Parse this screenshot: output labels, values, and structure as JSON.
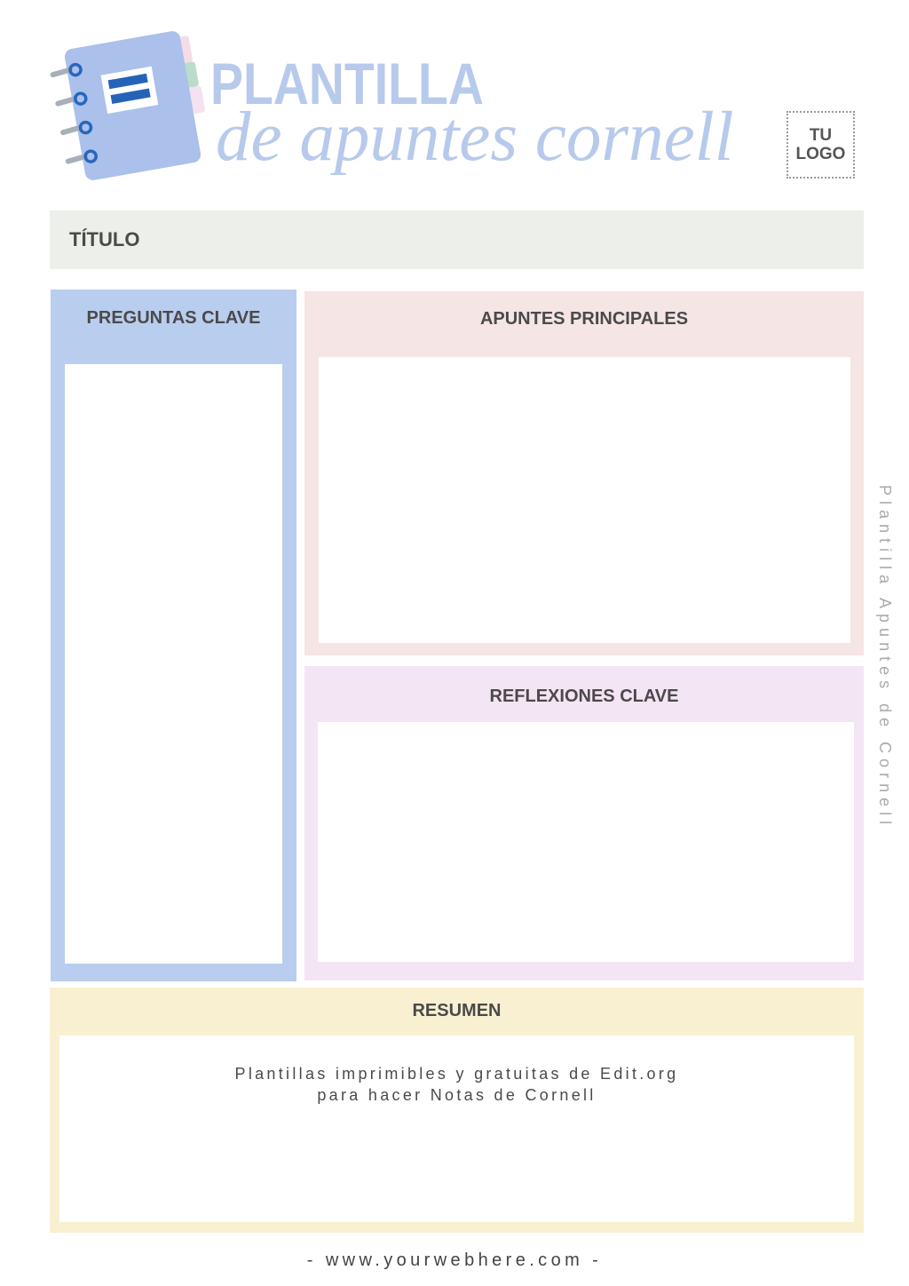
{
  "header": {
    "title": "PLANTILLA",
    "subtitle": "de apuntes cornell",
    "logo": {
      "line1": "TU",
      "line2": "LOGO"
    }
  },
  "title_bar": {
    "label": "TÍTULO"
  },
  "sections": {
    "questions": {
      "label": "PREGUNTAS CLAVE"
    },
    "main_notes": {
      "label": "APUNTES PRINCIPALES"
    },
    "reflections": {
      "label": "REFLEXIONES CLAVE"
    },
    "summary": {
      "label": "RESUMEN",
      "lines": [
        "Plantillas imprimibles y gratuitas de Edit.org",
        "para hacer Notas de Cornell"
      ]
    }
  },
  "side_caption": "Plantilla Apuntes de Cornell",
  "footer": {
    "website": "- www.yourwebhere.com -"
  },
  "icons": {
    "notebook": "notebook-icon"
  },
  "colors": {
    "header_blue": "#b7caec",
    "questions_bg": "#b9cdee",
    "notes_bg": "#f6e5e5",
    "reflections_bg": "#f4e5f4",
    "summary_bg": "#f9f0d1",
    "title_bg": "#edefea",
    "text": "#4a4a4a",
    "notebook_blue": "#abc0ea",
    "notebook_label_bars": "#2563b8"
  }
}
